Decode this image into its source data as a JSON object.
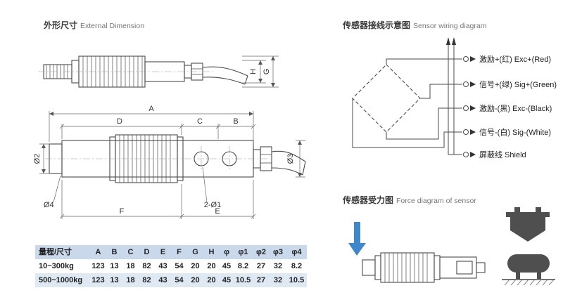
{
  "titles": {
    "external": {
      "zh": "外形尺寸",
      "en": "External Dimension"
    },
    "wiring": {
      "zh": "传感器接线示意图",
      "en": "Sensor wiring diagram"
    },
    "force": {
      "zh": "传感器受力图",
      "en": "Force diagram of sensor"
    }
  },
  "dim_labels": {
    "A": "A",
    "B": "B",
    "C": "C",
    "D": "D",
    "E": "E",
    "F": "F",
    "G": "G",
    "H": "H",
    "d2": "Ø2",
    "d3": "Ø3",
    "d4": "Ø4",
    "holes": "2-Ø1"
  },
  "wiring": {
    "terminals": [
      {
        "label": "激励+(红) Exc+(Red)"
      },
      {
        "label": "信号+(绿) Sig+(Green)"
      },
      {
        "label": "激励-(黑) Exc-(Black)"
      },
      {
        "label": "信号-(白) Sig-(White)"
      },
      {
        "label": "屏蔽线 Shield"
      }
    ]
  },
  "table": {
    "headers": [
      "量程/尺寸",
      "A",
      "B",
      "C",
      "D",
      "E",
      "F",
      "G",
      "H",
      "φ",
      "φ1",
      "φ2",
      "φ3",
      "φ4"
    ],
    "rows": [
      [
        "10~300kg",
        "123",
        "13",
        "18",
        "82",
        "43",
        "54",
        "20",
        "20",
        "45",
        "8.2",
        "27",
        "32",
        "8.2"
      ],
      [
        "500~1000kg",
        "123",
        "13",
        "18",
        "82",
        "43",
        "54",
        "20",
        "20",
        "45",
        "10.5",
        "27",
        "32",
        "10.5"
      ]
    ]
  },
  "colors": {
    "accent_blue": "#3f87cc",
    "table_header_bg": "#c9d9eb",
    "table_alt_row_bg": "#dfe9f3",
    "line": "#444444"
  }
}
